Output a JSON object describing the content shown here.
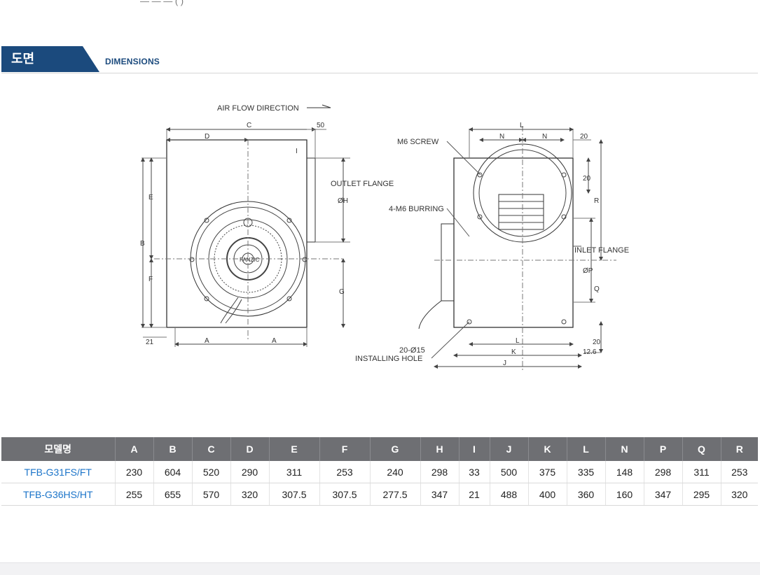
{
  "section": {
    "title_ko": "도면",
    "title_en": "DIMENSIONS"
  },
  "drawing": {
    "air_flow": "AIR FLOW DIRECTION",
    "outlet_flange": "OUTLET FLANGE",
    "m6_screw": "M6 SCREW",
    "burring": "4-M6 BURRING",
    "inlet_flange": "INLET FLANGE",
    "installing_hole_qty": "20-Ø15",
    "installing_hole": "INSTALLING HOLE",
    "fan_logo": "FANZIC",
    "dims": {
      "a": "A",
      "b": "B",
      "c": "C",
      "d": "D",
      "e": "E",
      "f": "F",
      "g": "G",
      "h": "ØH",
      "i": "I",
      "j": "J",
      "k": "K",
      "l": "L",
      "n": "N",
      "p": "ØP",
      "q": "Q",
      "r": "R",
      "v50": "50",
      "v20": "20",
      "v21": "21",
      "v12_6": "12.6"
    }
  },
  "table": {
    "headers": [
      "모델명",
      "A",
      "B",
      "C",
      "D",
      "E",
      "F",
      "G",
      "H",
      "I",
      "J",
      "K",
      "L",
      "N",
      "P",
      "Q",
      "R"
    ],
    "rows": [
      [
        "TFB-G31FS/FT",
        "230",
        "604",
        "520",
        "290",
        "311",
        "253",
        "240",
        "298",
        "33",
        "500",
        "375",
        "335",
        "148",
        "298",
        "311",
        "253"
      ],
      [
        "TFB-G36HS/HT",
        "255",
        "655",
        "570",
        "320",
        "307.5",
        "307.5",
        "277.5",
        "347",
        "21",
        "488",
        "400",
        "360",
        "160",
        "347",
        "295",
        "320"
      ]
    ]
  }
}
